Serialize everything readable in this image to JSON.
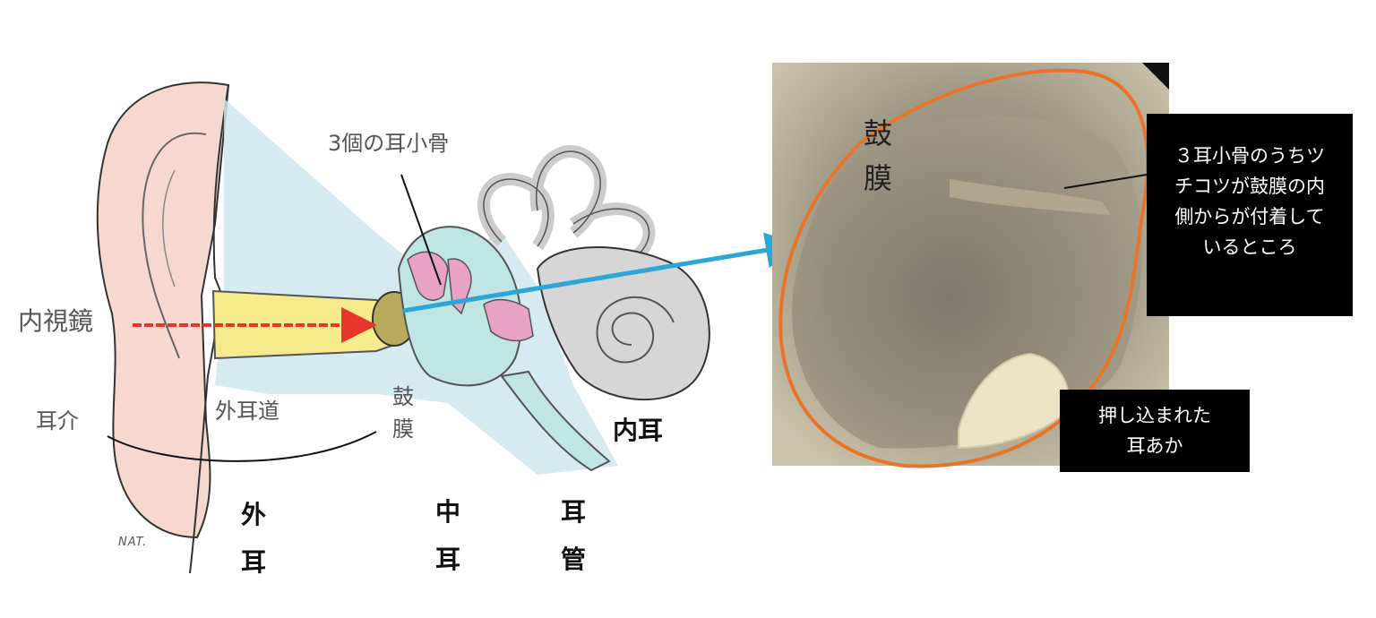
{
  "diagram": {
    "labels": {
      "endoscope": "内視鏡",
      "ossicles": "3個の耳小骨",
      "auricle": "耳介",
      "ear_canal": "外耳道",
      "eardrum_left": "鼓膜",
      "inner_ear": "内耳",
      "outer_ear": "外耳",
      "middle_ear": "中耳",
      "eustachian_tube": "耳管",
      "signature": "NAT."
    }
  },
  "photo": {
    "eardrum_label": "鼓膜",
    "callout_ossicle": "３耳小骨のうちツ\nチコツが鼓膜の内\n側からが付着して\nいるところ",
    "callout_earwax": "押し込まれた\n耳あか"
  },
  "colors": {
    "arrow_red": "#e8362a",
    "arrow_blue": "#2ba6d6",
    "eardrum_outline": "#e8742a",
    "callout_bg": "#000000"
  }
}
